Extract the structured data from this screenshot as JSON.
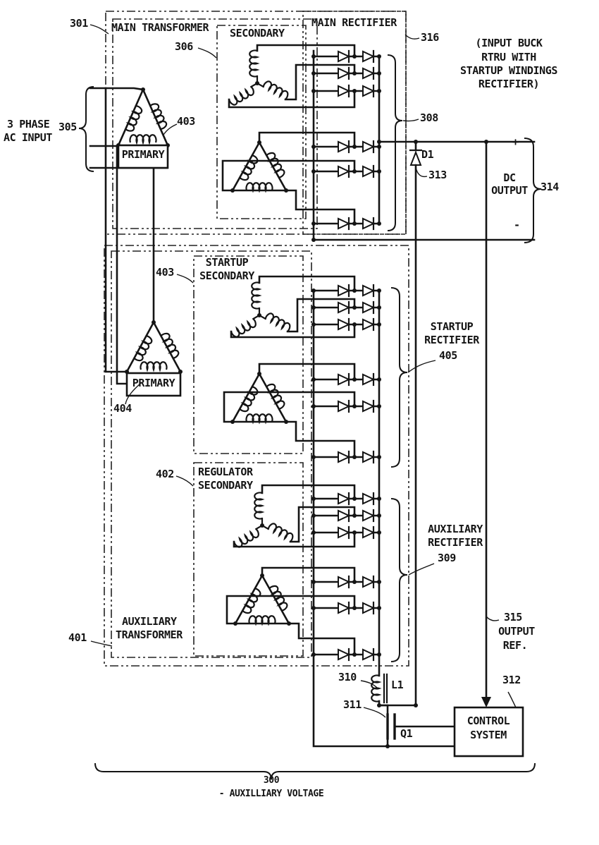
{
  "figure": {
    "number": "300",
    "caption": "- AUXILLIARY VOLTAGE"
  },
  "note_lines": [
    "(INPUT BUCK",
    "RTRU WITH",
    "STARTUP WINDINGS",
    "RECTIFIER)"
  ],
  "ac_input": {
    "line1": "3 PHASE",
    "line2": "AC INPUT",
    "ref": "305"
  },
  "main_transformer": {
    "label": "MAIN TRANSFORMER",
    "ref": "301",
    "primary_label": "PRIMARY",
    "winding_ref": "403"
  },
  "secondary": {
    "label": "SECONDARY",
    "ref": "306"
  },
  "main_rectifier": {
    "label": "MAIN RECTIFIER",
    "box_ref": "316",
    "output_ref": "308"
  },
  "dc_output": {
    "line1": "DC",
    "line2": "OUTPUT",
    "ref": "314",
    "plus": "+",
    "minus": "-"
  },
  "d1": {
    "name": "D1",
    "ref": "313"
  },
  "startup_secondary": {
    "line1": "STARTUP",
    "line2": "SECONDARY",
    "ref": "403"
  },
  "startup_rectifier": {
    "line1": "STARTUP",
    "line2": "RECTIFIER",
    "ref": "405"
  },
  "regulator_secondary": {
    "line1": "REGULATOR",
    "line2": "SECONDARY",
    "ref": "402"
  },
  "aux_rectifier": {
    "line1": "AUXILIARY",
    "line2": "RECTIFIER",
    "ref": "309"
  },
  "aux_transformer": {
    "line1": "AUXILIARY",
    "line2": "TRANSFORMER",
    "ref": "401",
    "primary_label": "PRIMARY",
    "primary_ref": "404"
  },
  "output_reference": {
    "ref": "315",
    "line1": "OUTPUT",
    "line2": "REF."
  },
  "l1": {
    "name": "L1",
    "ref": "310"
  },
  "q1": {
    "name": "Q1",
    "ref": "311"
  },
  "control_system": {
    "line1": "CONTROL",
    "line2": "SYSTEM",
    "ref": "312"
  },
  "colors": {
    "ink": "#141414",
    "paper": "#ffffff"
  }
}
